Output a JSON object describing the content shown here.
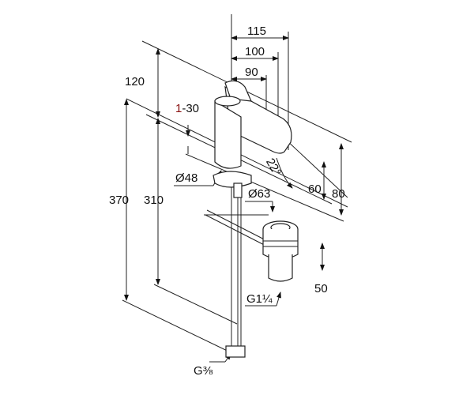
{
  "title": "Single-lever basin mixer dimension drawing",
  "dimensions": {
    "d115": "115",
    "d100": "100",
    "d90": "90",
    "d120": "120",
    "d1_30_a": "1",
    "d1_30_b": "-30",
    "angle": "22°",
    "dia48": "Ø48",
    "d60": "60",
    "d80": "80",
    "dia63": "Ø63",
    "d370": "370",
    "d310": "310",
    "d50": "50",
    "thread_waste": "G1¼",
    "thread_supply": "G⅜"
  }
}
